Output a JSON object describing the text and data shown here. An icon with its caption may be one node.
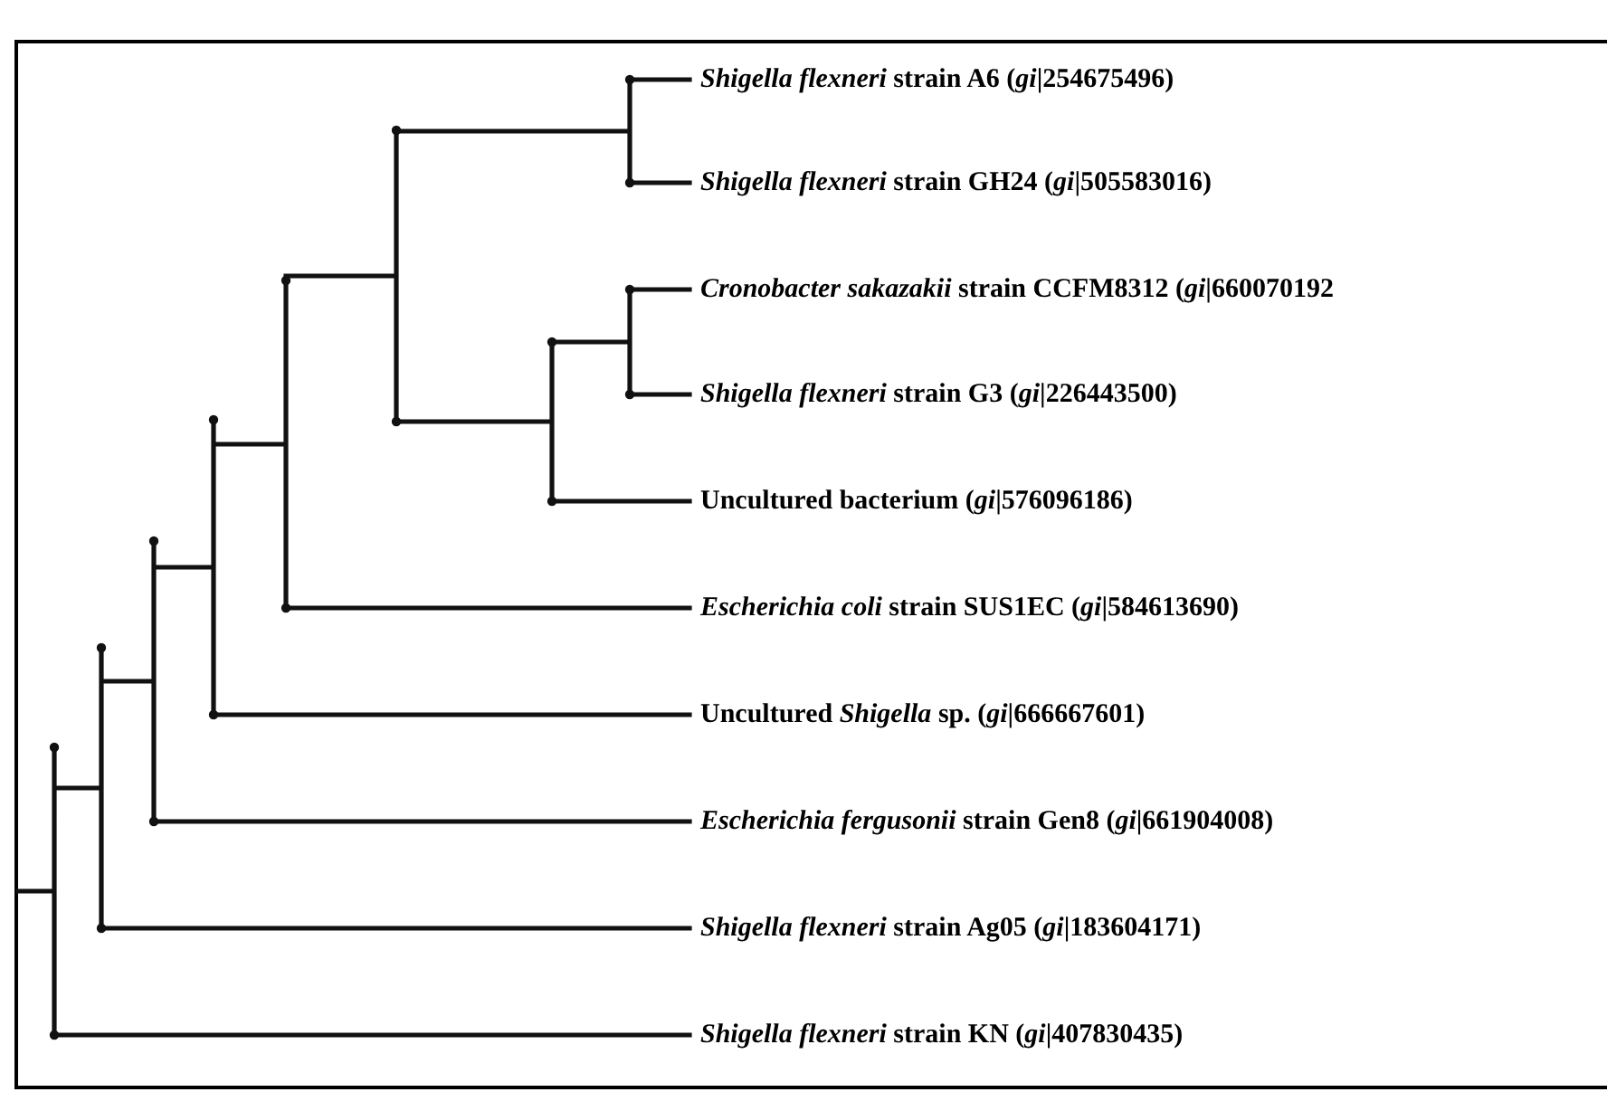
{
  "diagram": {
    "labels": [
      "*Shigella flexneri* strain A6 (*gi*|254675496)",
      "*Shigella flexneri* strain GH24 (*gi*|505583016)",
      "*Cronobacter sakazakii* strain CCFM8312 (*gi*|660070192",
      "*Shigella flexneri* strain G3 (*gi*|226443500)",
      "Uncultured bacterium (*gi*|576096186)",
      "*Escherichia coli* strain SUS1EC (*gi*|584613690)",
      "Uncultured *Shigella* sp. (*gi*|666667601)",
      "*Escherichia fergusonii* strain Gen8 (*gi*|661904008)",
      "*Shigella flexneri* strain Ag05 (*gi*|183604171)",
      "*Shigella flexneri* strain KN (*gi*|407830435)"
    ]
  }
}
